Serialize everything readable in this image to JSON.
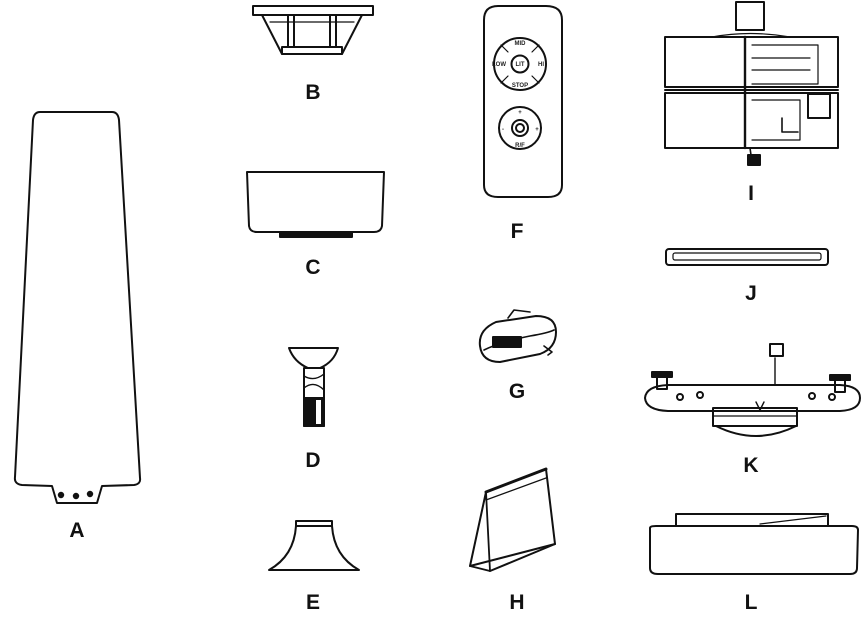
{
  "parts": [
    {
      "key": "A",
      "label": "A",
      "icon": "fan-blade-icon"
    },
    {
      "key": "B",
      "label": "B",
      "icon": "mounting-bracket-icon"
    },
    {
      "key": "C",
      "label": "C",
      "icon": "canopy-icon"
    },
    {
      "key": "D",
      "label": "D",
      "icon": "downrod-icon"
    },
    {
      "key": "E",
      "label": "E",
      "icon": "canopy-cover-icon"
    },
    {
      "key": "F",
      "label": "F",
      "icon": "remote-control-icon"
    },
    {
      "key": "G",
      "label": "G",
      "icon": "receiver-icon"
    },
    {
      "key": "H",
      "label": "H",
      "icon": "hardware-bag-icon"
    },
    {
      "key": "I",
      "label": "I",
      "icon": "motor-assembly-icon"
    },
    {
      "key": "J",
      "label": "J",
      "icon": "trim-ring-icon"
    },
    {
      "key": "K",
      "label": "K",
      "icon": "light-kit-plate-icon"
    },
    {
      "key": "L",
      "label": "L",
      "icon": "glass-cover-icon"
    }
  ],
  "remote": {
    "fan_buttons": {
      "top": "MID",
      "left": "LOW",
      "right": "HI",
      "bottom": "STOP",
      "center": "LIT"
    },
    "light_buttons": {
      "top": "+",
      "left": "-",
      "right": "+",
      "bottom": "R/F"
    }
  }
}
